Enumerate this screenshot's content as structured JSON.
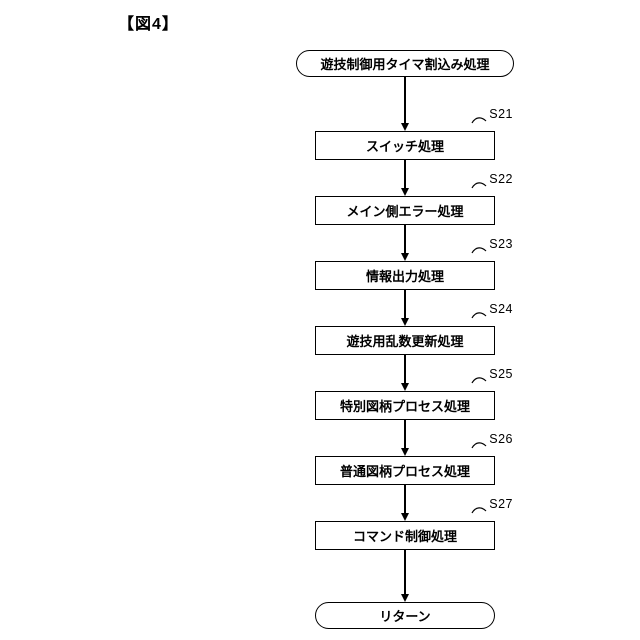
{
  "figure": {
    "title": "【図4】"
  },
  "flow": {
    "start": "遊技制御用タイマ割込み処理",
    "end": "リターン",
    "steps": [
      {
        "id": "S21",
        "label": "スイッチ処理"
      },
      {
        "id": "S22",
        "label": "メイン側エラー処理"
      },
      {
        "id": "S23",
        "label": "情報出力処理"
      },
      {
        "id": "S24",
        "label": "遊技用乱数更新処理"
      },
      {
        "id": "S25",
        "label": "特別図柄プロセス処理"
      },
      {
        "id": "S26",
        "label": "普通図柄プロセス処理"
      },
      {
        "id": "S27",
        "label": "コマンド制御処理"
      }
    ]
  }
}
